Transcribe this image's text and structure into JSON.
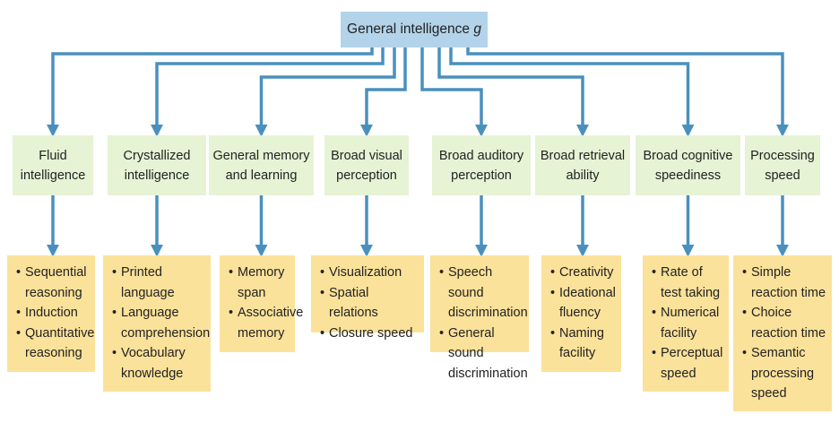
{
  "root": {
    "label": "General intelligence",
    "italic_suffix": "g"
  },
  "colors": {
    "connector": "#4a90be",
    "root_fill": "#b3d3ea",
    "category_fill": "#e6f3d4",
    "detail_fill": "#fbe29a"
  },
  "categories": [
    {
      "label": "Fluid\nintelligence",
      "items": [
        "Sequential\nreasoning",
        "Induction",
        "Quantitative\nreasoning"
      ]
    },
    {
      "label": "Crystallized\nintelligence",
      "items": [
        "Printed\nlanguage",
        "Language\ncomprehension",
        "Vocabulary\nknowledge"
      ]
    },
    {
      "label": "General memory\nand learning",
      "items": [
        "Memory\nspan",
        "Associative\nmemory"
      ]
    },
    {
      "label": "Broad visual\nperception",
      "items": [
        "Visualization",
        "Spatial relations",
        "Closure speed"
      ]
    },
    {
      "label": "Broad auditory\nperception",
      "items": [
        "Speech sound\ndiscrimination",
        "General sound\ndiscrimination"
      ]
    },
    {
      "label": "Broad retrieval\nability",
      "items": [
        "Creativity",
        "Ideational\nfluency",
        "Naming\nfacility"
      ]
    },
    {
      "label": "Broad cognitive\nspeediness",
      "items": [
        "Rate of\ntest taking",
        "Numerical\nfacility",
        "Perceptual\nspeed"
      ]
    },
    {
      "label": "Processing\nspeed",
      "items": [
        "Simple\nreaction time",
        "Choice\nreaction time",
        "Semantic\nprocessing\nspeed"
      ]
    }
  ]
}
